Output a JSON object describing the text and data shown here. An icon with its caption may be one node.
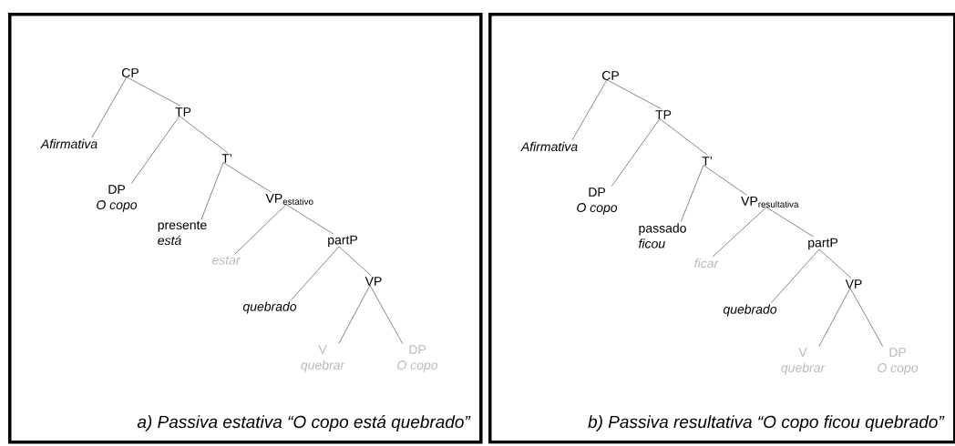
{
  "diagram": {
    "nodes": [
      {
        "text": [
          "a) Passiva estativa “O copo está quebrado”"
        ]
      },
      {
        "text": [
          "CP"
        ],
        "in": 0
      },
      {
        "text": [
          "Afirmativa"
        ],
        "in": 0
      },
      {
        "text": [
          "TP"
        ],
        "in": 0
      },
      {
        "text": [
          "DP",
          "O copo"
        ],
        "in": 0
      },
      {
        "text": [
          "T’"
        ],
        "in": 0
      },
      {
        "text": [
          "presente",
          "está"
        ],
        "in": 0
      },
      {
        "text": [
          "\\mathrm{VP}_{\\mathrm{estativo}}"
        ],
        "in": 0
      },
      {
        "text": [
          "estar"
        ],
        "in": 0
      },
      {
        "text": [
          "partP"
        ],
        "in": 0
      },
      {
        "text": [
          "quebrado"
        ],
        "in": 0
      },
      {
        "text": [
          "VP"
        ],
        "in": 0
      },
      {
        "text": [
          "V",
          "quebrar"
        ],
        "in": 0
      },
      {
        "text": [
          "DP",
          "O copo"
        ],
        "in": 0
      },
      {
        "text": [
          "b) Passiva resultativa “O copo ficou quebrado”"
        ]
      },
      {
        "text": [
          "CP"
        ],
        "in": 14
      },
      {
        "text": [
          "Afirmativa"
        ],
        "in": 14
      },
      {
        "text": [
          "TP"
        ],
        "in": 14
      },
      {
        "text": [
          "DP",
          "O copo"
        ],
        "in": 14
      },
      {
        "text": [
          "T’"
        ],
        "in": 14
      },
      {
        "text": [
          "passado",
          "ficou"
        ],
        "in": 14
      },
      {
        "text": [
          "\\mathrm{VP}_{\\mathrm{resultativa}}"
        ],
        "in": 14
      },
      {
        "text": [
          "ficar"
        ],
        "in": 14
      },
      {
        "text": [
          "partP"
        ],
        "in": 14
      },
      {
        "text": [
          "quebrado"
        ],
        "in": 14
      },
      {
        "text": [
          "VP"
        ],
        "in": 14
      },
      {
        "text": [
          "V",
          "quebrar"
        ],
        "in": 14
      },
      {
        "text": [
          "DP",
          "O copo"
        ],
        "in": 14
      }
    ],
    "edges": [
      {
        "from": 1,
        "to": 2,
        "arrow": "none"
      },
      {
        "from": 1,
        "to": 3,
        "arrow": "none"
      },
      {
        "from": 3,
        "to": 4,
        "arrow": "none"
      },
      {
        "from": 3,
        "to": 5,
        "arrow": "none"
      },
      {
        "from": 5,
        "to": 6,
        "arrow": "none"
      },
      {
        "from": 5,
        "to": 7,
        "arrow": "none"
      },
      {
        "from": 7,
        "to": 8,
        "arrow": "none"
      },
      {
        "from": 7,
        "to": 9,
        "arrow": "none"
      },
      {
        "from": 9,
        "to": 10,
        "arrow": "none"
      },
      {
        "from": 9,
        "to": 11,
        "arrow": "none"
      },
      {
        "from": 11,
        "to": 12,
        "arrow": "none"
      },
      {
        "from": 11,
        "to": 13,
        "arrow": "none"
      },
      {
        "from": 15,
        "to": 16,
        "arrow": "none"
      },
      {
        "from": 15,
        "to": 17,
        "arrow": "none"
      },
      {
        "from": 17,
        "to": 18,
        "arrow": "none"
      },
      {
        "from": 17,
        "to": 19,
        "arrow": "none"
      },
      {
        "from": 19,
        "to": 20,
        "arrow": "none"
      },
      {
        "from": 19,
        "to": 21,
        "arrow": "none"
      },
      {
        "from": 21,
        "to": 22,
        "arrow": "none"
      },
      {
        "from": 21,
        "to": 23,
        "arrow": "none"
      },
      {
        "from": 23,
        "to": 24,
        "arrow": "none"
      },
      {
        "from": 23,
        "to": 25,
        "arrow": "none"
      },
      {
        "from": 25,
        "to": 26,
        "arrow": "none"
      },
      {
        "from": 25,
        "to": 27,
        "arrow": "none"
      }
    ]
  }
}
